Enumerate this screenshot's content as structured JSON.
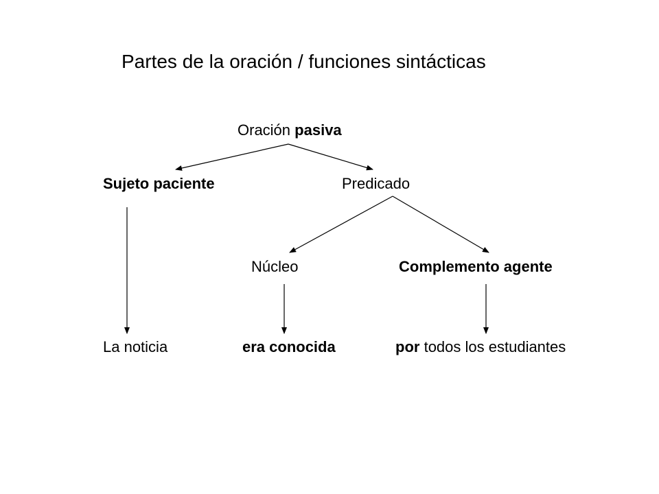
{
  "title": "Partes de la oración / funciones sintácticas",
  "root": {
    "prefix": "Oración",
    "bold": "pasiva"
  },
  "subject": "Sujeto paciente",
  "predicate": "Predicado",
  "nucleus": "Núcleo",
  "agent": "Complemento agente",
  "sentence": {
    "subject_words": "La noticia",
    "verb_words": "era conocida",
    "agent_prep": "por",
    "agent_rest": "todos los estudiantes"
  },
  "colors": {
    "text": "#000000",
    "background": "#ffffff",
    "lines": "#000000"
  }
}
